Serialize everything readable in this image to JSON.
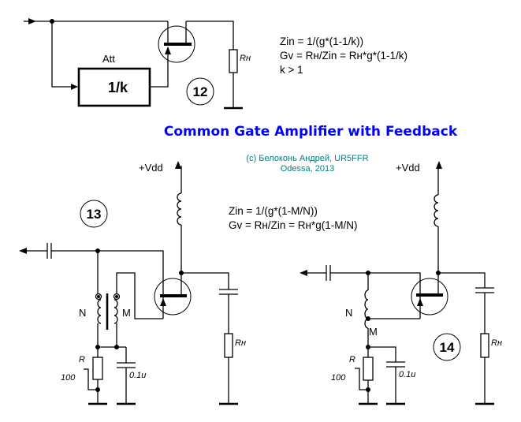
{
  "title": "Common Gate Amplifier with Feedback",
  "credit": {
    "line1": "(c) Белоконь Андрей, UR5FFR",
    "line2": "Odessa, 2013"
  },
  "colors": {
    "title": "#0000ff",
    "credit": "#008080",
    "wire": "#000000"
  },
  "circuit12": {
    "number": "12",
    "attenuator_label": "Att",
    "attenuator_value": "1/k",
    "load_label": "Rн",
    "formulas": [
      "Zin = 1/(g*(1-1/k))",
      "Gv = Rн/Zin = Rн*g*(1-1/k)",
      "k > 1"
    ]
  },
  "circuit13": {
    "number": "13",
    "supply_label": "+Vdd",
    "winding_n": "N",
    "winding_m": "M",
    "resistor_label": "R",
    "resistor_value": "100",
    "capacitor_value": "0.1u",
    "load_label": "Rн",
    "formulas": [
      "Zin = 1/(g*(1-M/N))",
      "Gv = Rн/Zin = Rн*g(1-M/N)"
    ]
  },
  "circuit14": {
    "number": "14",
    "supply_label": "+Vdd",
    "winding_n": "N",
    "winding_m": "M",
    "resistor_label": "R",
    "resistor_value": "100",
    "capacitor_value": "0.1u",
    "load_label": "Rн"
  }
}
